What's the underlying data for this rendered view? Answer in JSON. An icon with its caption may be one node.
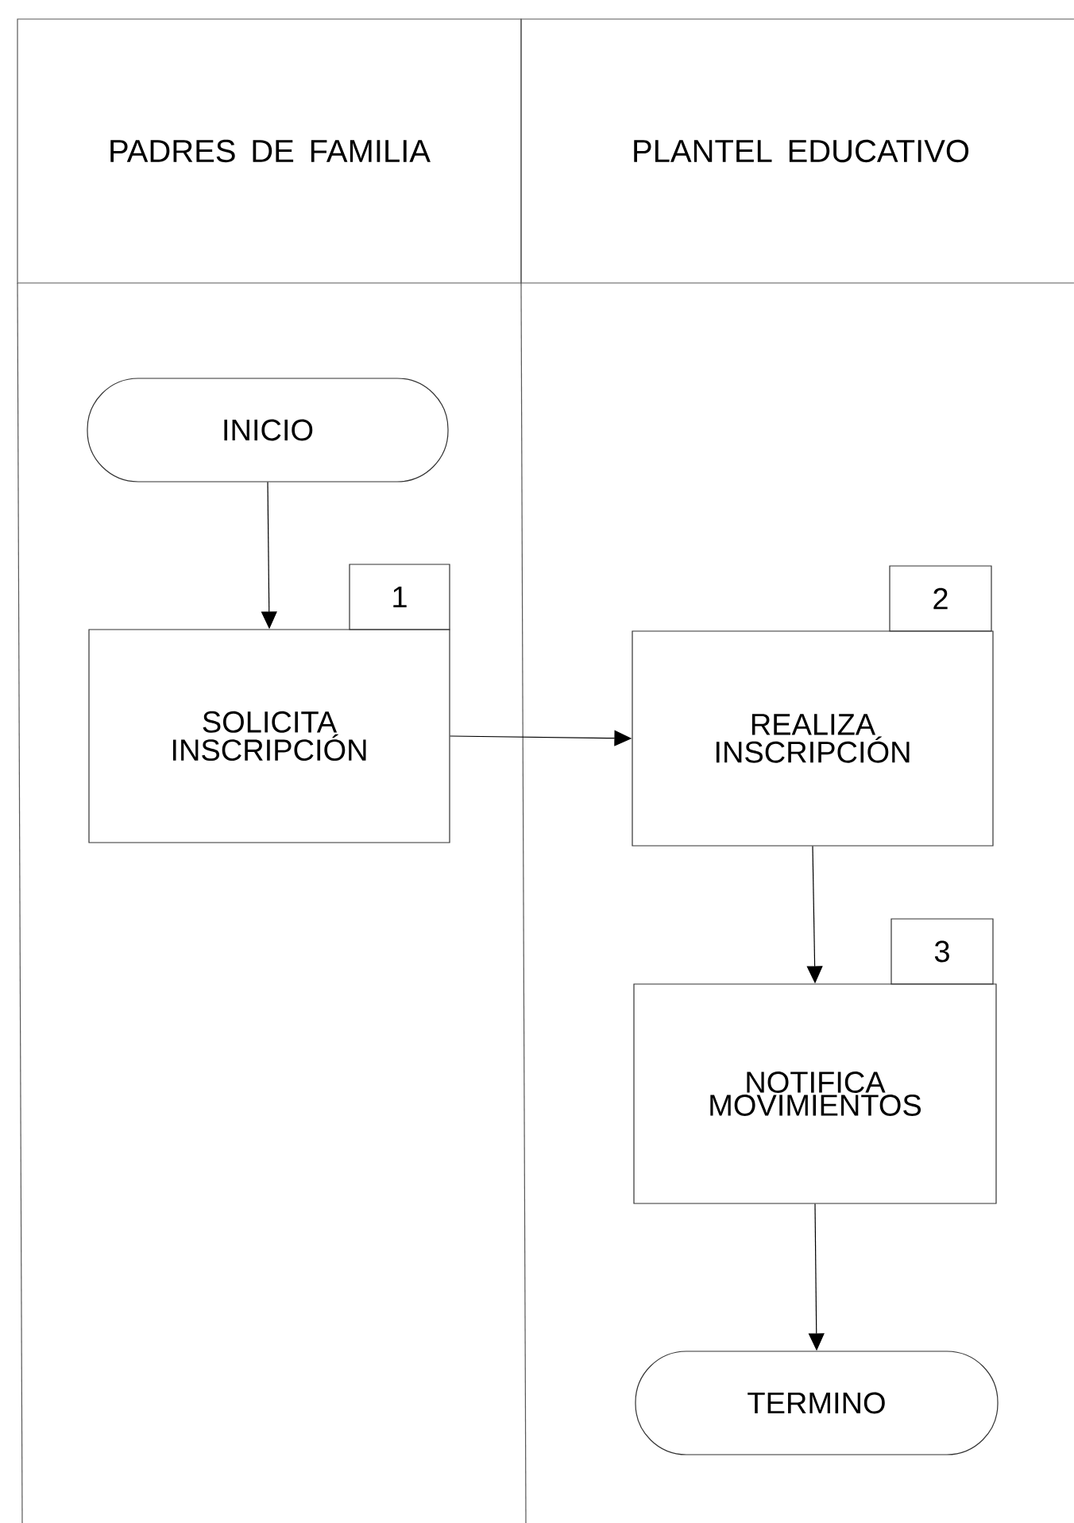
{
  "diagram": {
    "nodes": [
      {
        "text": [
          "PADRES DE FAMILIA"
        ]
      },
      {
        "text": [
          "PLANTEL EDUCATIVO"
        ]
      },
      {
        "text": [
          "INICIO"
        ]
      },
      {
        "text": [
          "SOLICITA INSCRIPCIÓN"
        ]
      },
      {
        "text": [
          "1"
        ]
      },
      {
        "text": [
          "REALIZA INSCRIPCIÓN"
        ]
      },
      {
        "text": [
          "2"
        ]
      },
      {
        "text": [
          "NOTIFICA MOVIMIENTOS"
        ]
      },
      {
        "text": [
          "3"
        ]
      },
      {
        "text": [
          "TERMINO"
        ]
      }
    ],
    "edges": [
      {
        "from": 2,
        "to": 3,
        "arrow": "to"
      },
      {
        "from": 3,
        "to": 5,
        "arrow": "to"
      },
      {
        "from": 5,
        "to": 7,
        "arrow": "to"
      },
      {
        "from": 7,
        "to": 9,
        "arrow": "to"
      }
    ]
  }
}
